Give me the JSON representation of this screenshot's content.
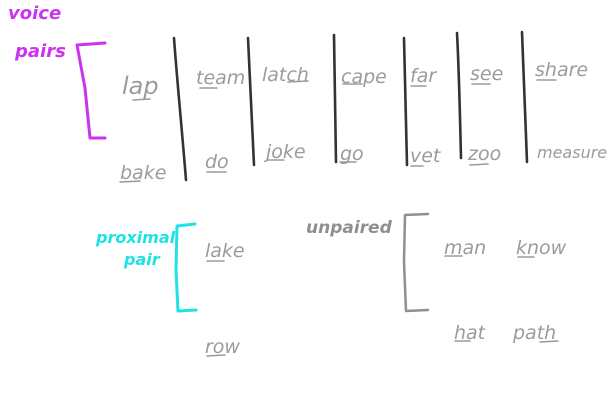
{
  "labels": {
    "voice": "voice",
    "pairs": "pairs",
    "proximal": "proximal",
    "pair": "pair",
    "unpaired": "unpaired"
  },
  "voice_pairs": {
    "top": [
      "lap",
      "team",
      "latch",
      "cape",
      "far",
      "see",
      "share"
    ],
    "bottom": [
      "bake",
      "do",
      "joke",
      "go",
      "vet",
      "zoo",
      "measure"
    ]
  },
  "proximal_pair": [
    "lake",
    "row"
  ],
  "unpaired_words": [
    "man",
    "know",
    "hat",
    "path"
  ],
  "colors": {
    "voice": "#cc33ee",
    "proximal": "#1fe3e3",
    "ink_black": "#333333",
    "ink_gray": "#9b9b9b"
  }
}
